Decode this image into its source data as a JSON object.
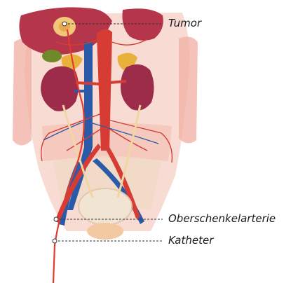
{
  "labels": {
    "tumor": "Tumor",
    "artery": "Oberschenkelarterie",
    "catheter": "Katheter"
  },
  "colors": {
    "liver": "#b5354a",
    "kidney": "#9c2c4a",
    "artery": "#d63c33",
    "vein": "#2b5aa8",
    "tumor": "#f2c77a",
    "skin": "#f4b8aa",
    "leader_line": "#333333"
  }
}
